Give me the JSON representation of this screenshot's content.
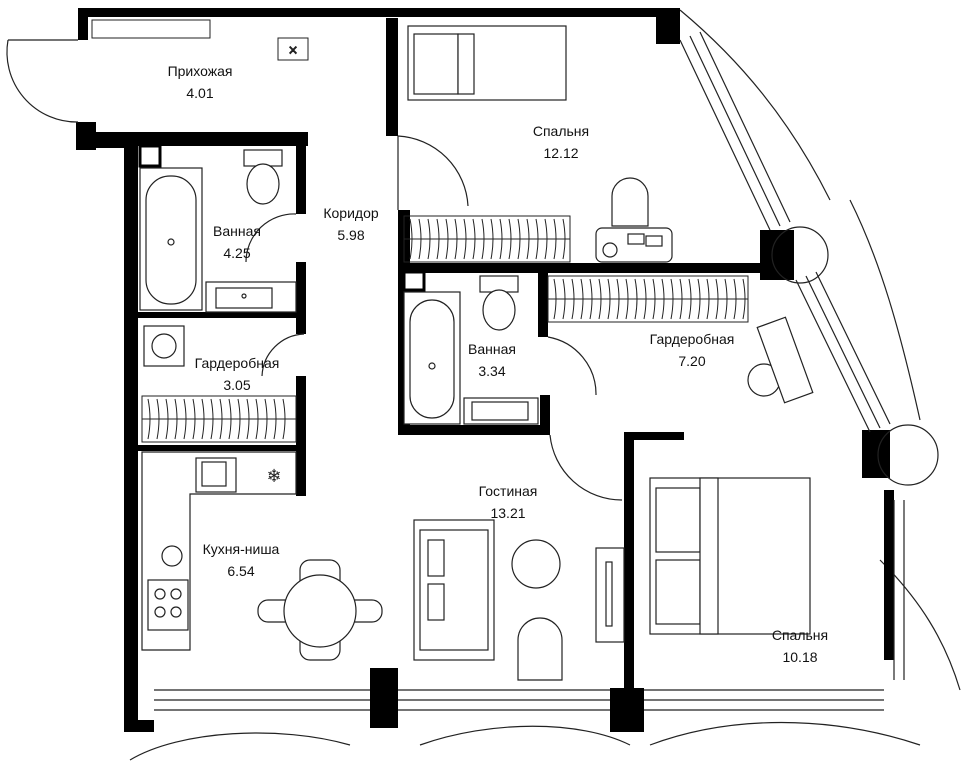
{
  "plan": {
    "colors": {
      "wall": "#000000",
      "line": "#222222",
      "background": "#ffffff"
    },
    "rooms": [
      {
        "key": "hall",
        "name": "Прихожая",
        "area": "4.01"
      },
      {
        "key": "bedroom1",
        "name": "Спальня",
        "area": "12.12"
      },
      {
        "key": "corridor",
        "name": "Коридор",
        "area": "5.98"
      },
      {
        "key": "bath1",
        "name": "Ванная",
        "area": "4.25"
      },
      {
        "key": "bath2",
        "name": "Ванная",
        "area": "3.34"
      },
      {
        "key": "wardrobe1",
        "name": "Гардеробная",
        "area": "3.05"
      },
      {
        "key": "wardrobe2",
        "name": "Гардеробная",
        "area": "7.20"
      },
      {
        "key": "living",
        "name": "Гостиная",
        "area": "13.21"
      },
      {
        "key": "kitchen",
        "name": "Кухня-ниша",
        "area": "6.54"
      },
      {
        "key": "bedroom2",
        "name": "Спальня",
        "area": "10.18"
      }
    ],
    "icons": [
      "bathtub-icon",
      "toilet-icon",
      "sink-icon",
      "bed-icon",
      "desk-icon",
      "chair-icon",
      "wardrobe-hangers-icon",
      "washing-machine-icon",
      "kitchen-sink-icon",
      "fridge-snowflake-icon",
      "stove-icon",
      "dining-table-icon",
      "sofa-icon",
      "armchair-icon",
      "coffee-table-icon",
      "tv-stand-icon",
      "door-swing-icon",
      "pouf-icon"
    ]
  }
}
